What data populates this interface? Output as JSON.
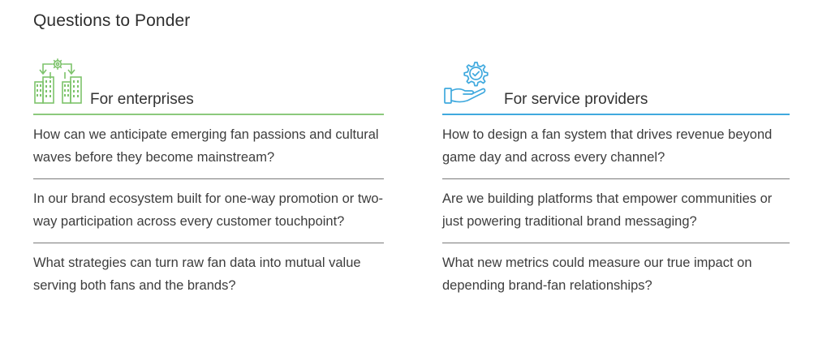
{
  "page_title": "Questions to Ponder",
  "colors": {
    "enterprises_accent": "#8cc97c",
    "providers_accent": "#3fa9de"
  },
  "enterprises": {
    "icon": "buildings-gear-icon",
    "heading": "For enterprises",
    "questions": [
      "How can we anticipate emerging fan passions and cultural waves before they become mainstream?",
      "In our brand ecosystem built for one-way promotion or two-way participation across every customer touchpoint?",
      "What strategies can turn raw fan data into mutual value serving both fans and the brands?"
    ]
  },
  "service_providers": {
    "icon": "hand-gear-check-icon",
    "heading": "For service providers",
    "questions": [
      "How to design a fan system that drives revenue beyond game day and across every channel?",
      "Are we building platforms that empower communities or just powering traditional brand messaging?",
      "What new metrics could measure our true impact on depending brand-fan relationships?"
    ]
  }
}
